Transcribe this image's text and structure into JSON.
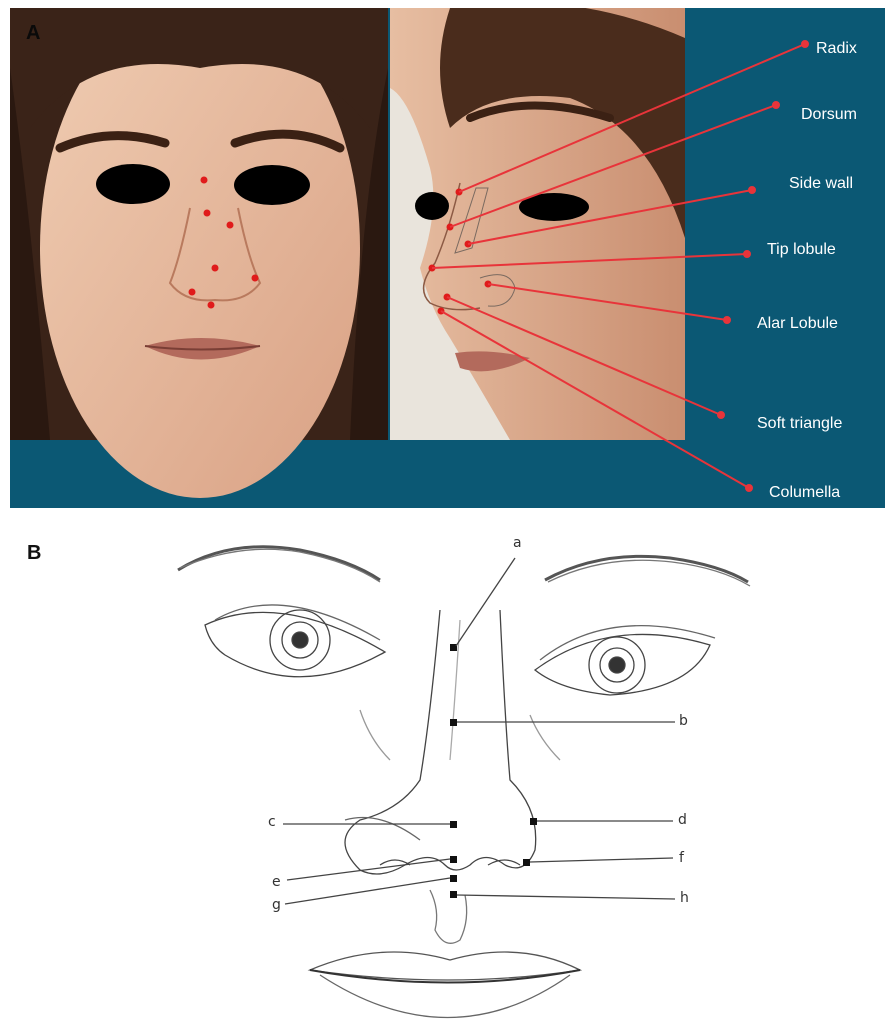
{
  "panel_a": {
    "letter": "A",
    "labels": [
      {
        "id": "radix",
        "text": "Radix"
      },
      {
        "id": "dorsum",
        "text": "Dorsum"
      },
      {
        "id": "side-wall",
        "text": "Side wall"
      },
      {
        "id": "tip-lobule",
        "text": "Tip lobule"
      },
      {
        "id": "alar-lobule",
        "text": "Alar Lobule"
      },
      {
        "id": "soft-triangle",
        "text": "Soft triangle"
      },
      {
        "id": "columella",
        "text": "Columella"
      }
    ],
    "colors": {
      "background": "#0b5874",
      "leader_line": "#e8343a",
      "marker": "#e01b1b"
    }
  },
  "panel_b": {
    "letter": "B",
    "labels": [
      "a",
      "b",
      "c",
      "d",
      "e",
      "f",
      "g",
      "h"
    ]
  }
}
